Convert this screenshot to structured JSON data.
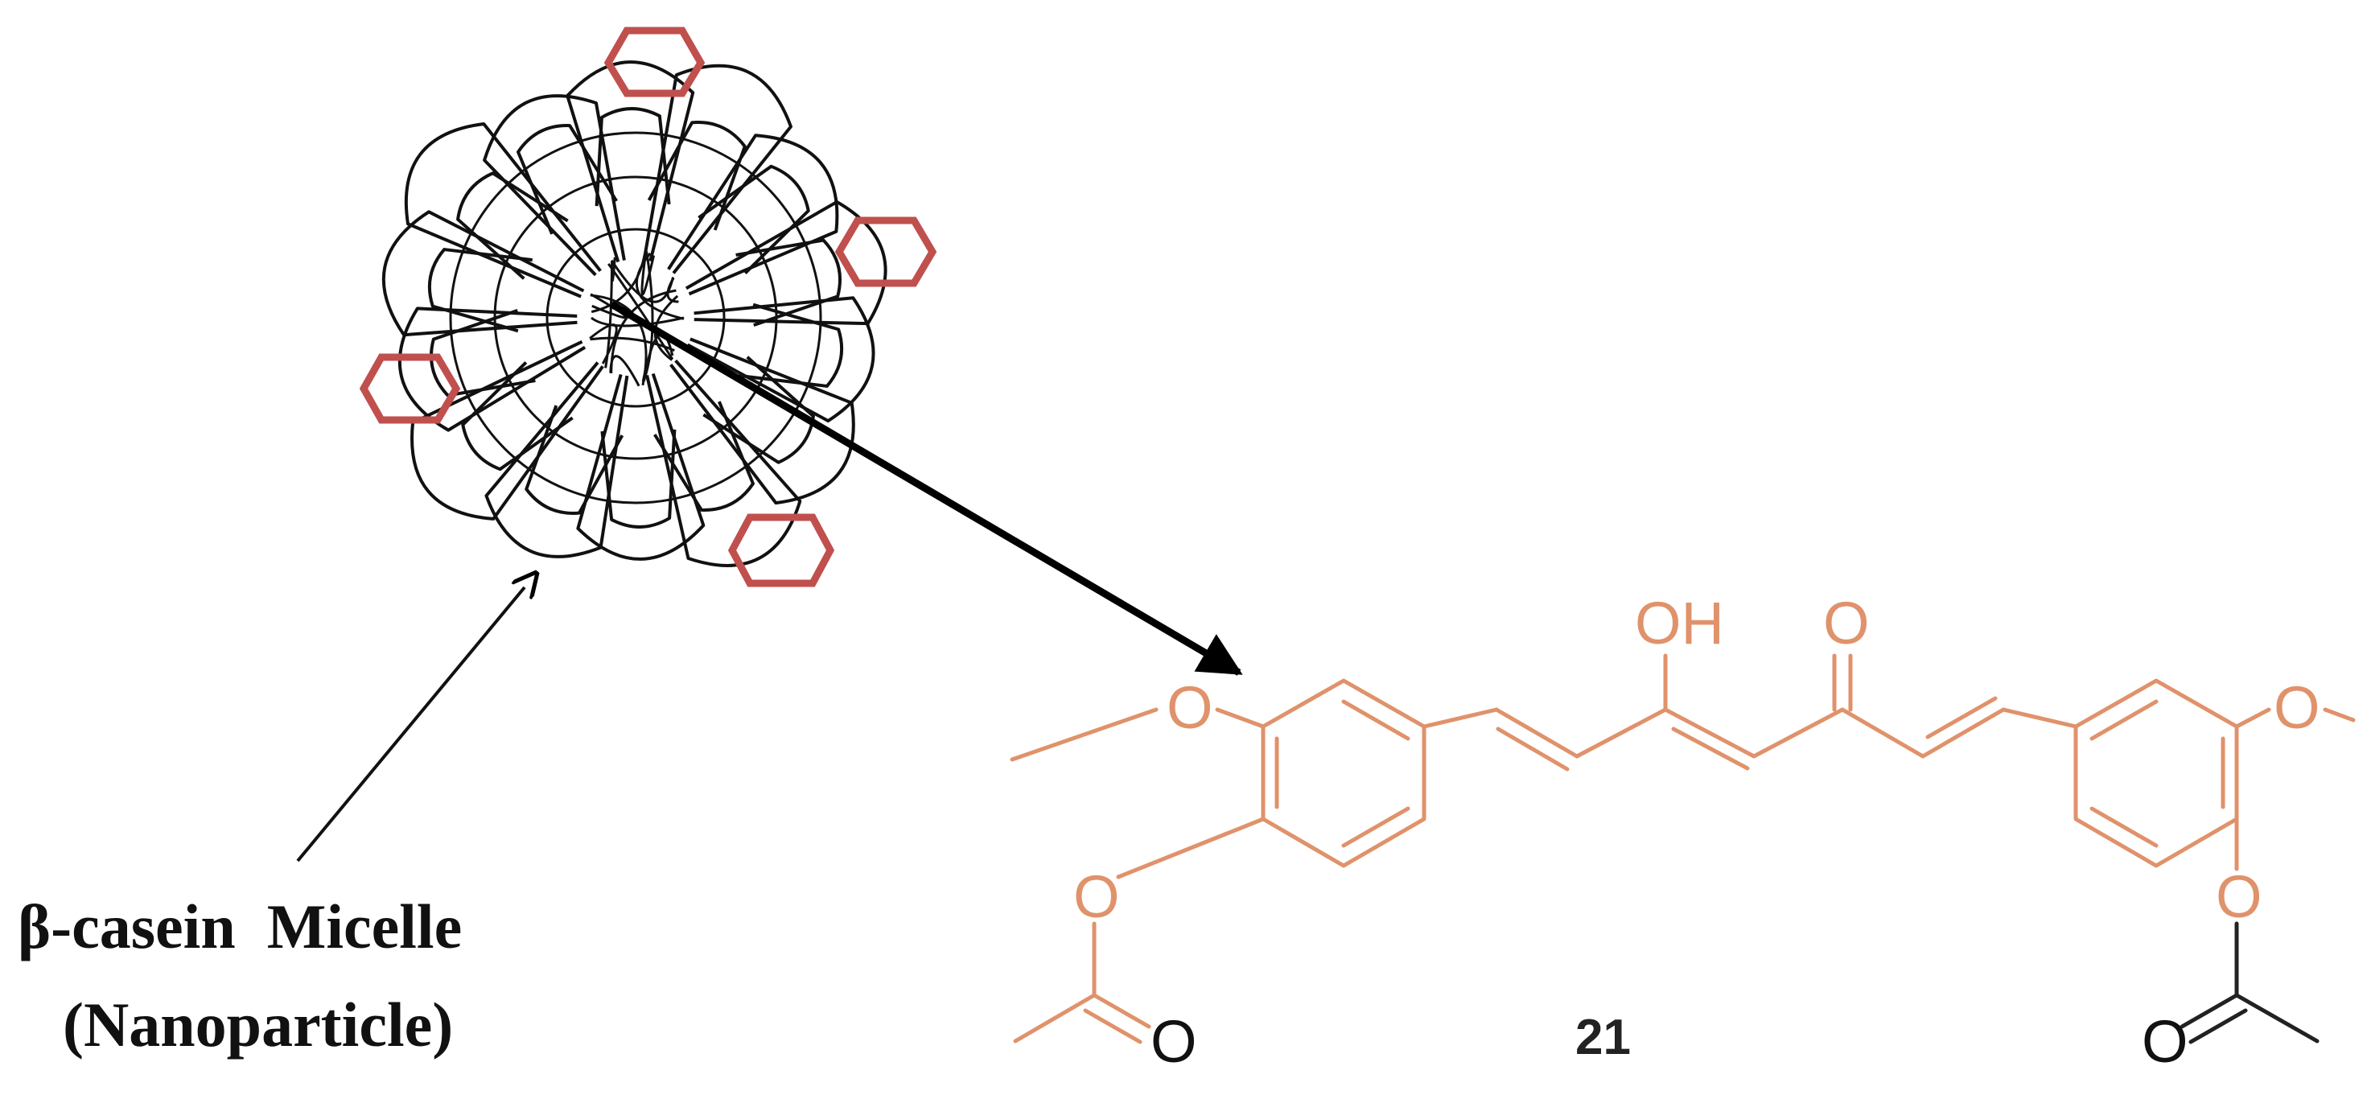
{
  "micelle": {
    "label_line1": "β-casein  Micelle",
    "label_line2": "(Nanoparticle)",
    "drug_marker_color": "#C0504D",
    "outline_color": "#111111"
  },
  "molecule": {
    "compound_number": "21",
    "bond_color": "#E0926B",
    "label_oh": "OH",
    "label_o": "O"
  }
}
